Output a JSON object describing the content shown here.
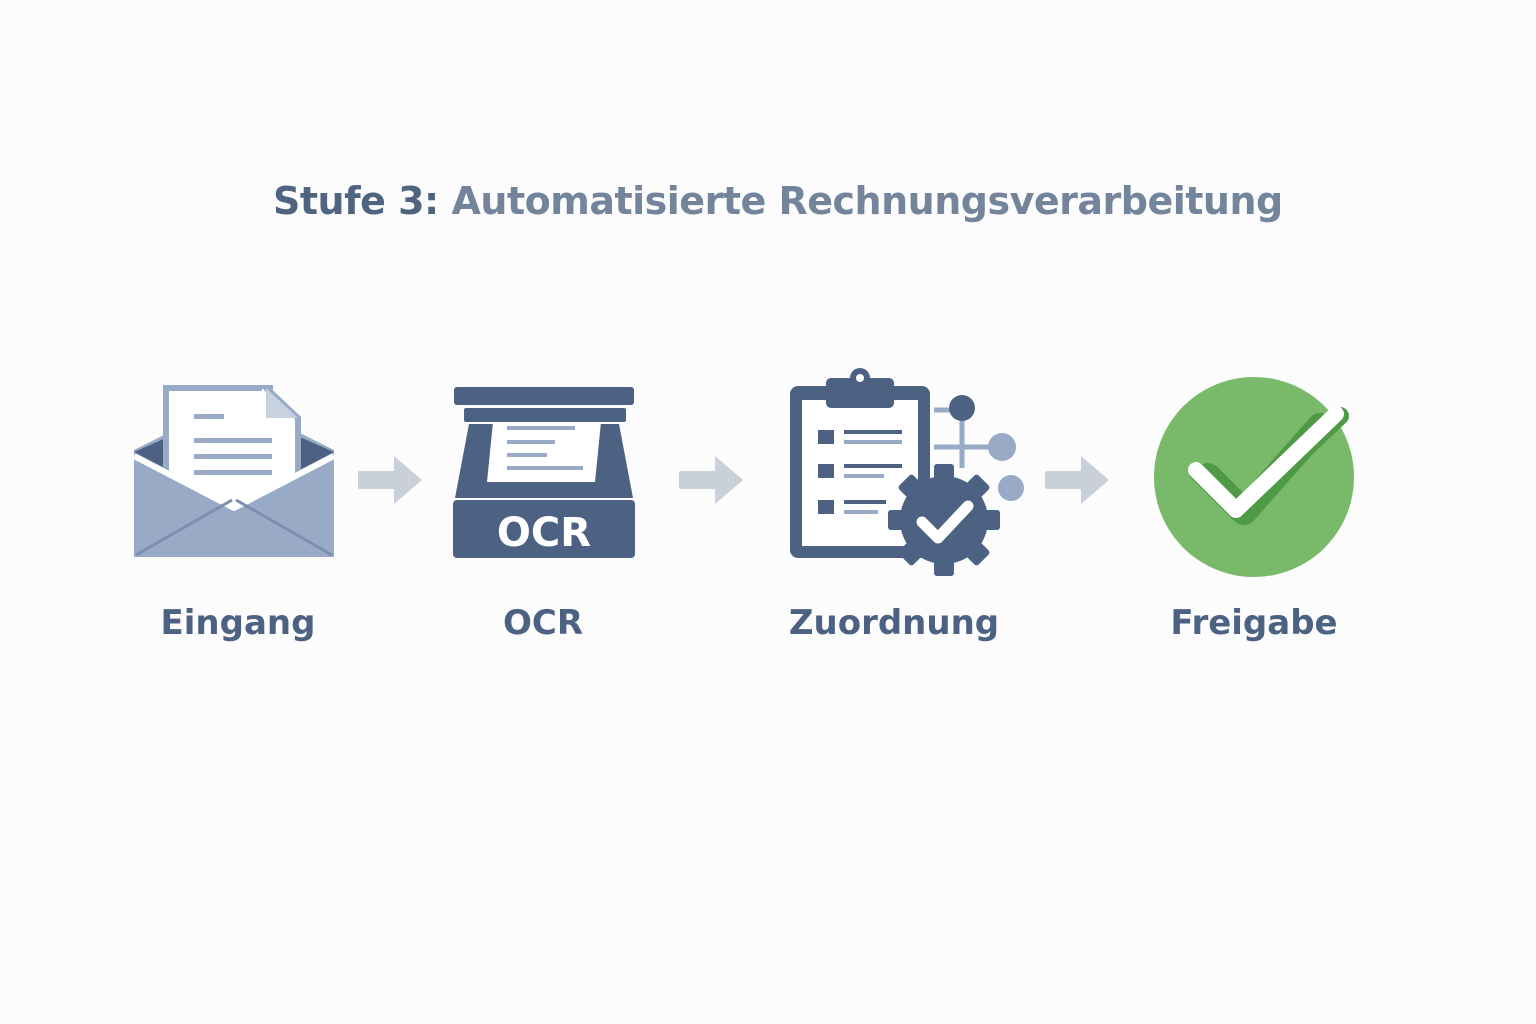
{
  "title": {
    "prefix": "Stufe 3:",
    "rest": "Automatisierte Rechnungsverarbeitung"
  },
  "steps": [
    {
      "label": "Eingang",
      "icon": "envelope-document-icon"
    },
    {
      "label": "OCR",
      "icon": "ocr-scanner-icon",
      "icon_text": "OCR"
    },
    {
      "label": "Zuordnung",
      "icon": "clipboard-gear-icon"
    },
    {
      "label": "Freigabe",
      "icon": "green-check-icon"
    }
  ],
  "colors": {
    "dark_blue": "#4d6283",
    "light_blue": "#98aac5",
    "arrow": "#c9d0da",
    "green": "#78b96a",
    "green_dark": "#4f9a45"
  }
}
